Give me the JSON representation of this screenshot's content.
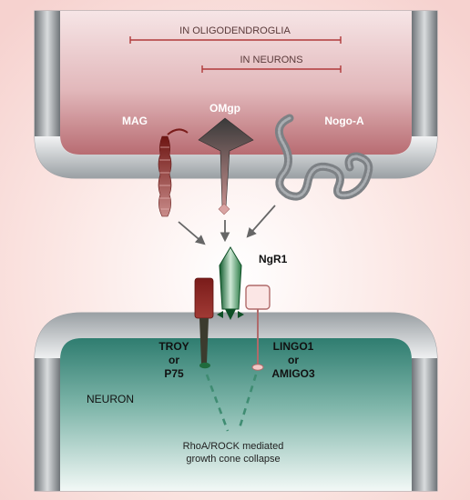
{
  "oligo_cell": {
    "range_label_oligo": "IN OLIGODENDROGLIA",
    "range_label_neurons": "IN NEURONS",
    "ligands": {
      "mag": "MAG",
      "omgp": "OMgp",
      "nogo": "Nogo-A"
    }
  },
  "receptor": {
    "ngr1": "NgR1"
  },
  "coreceptors": {
    "left": [
      "TROY",
      "or",
      "P75"
    ],
    "right": [
      "LINGO1",
      "or",
      "AMIGO3"
    ]
  },
  "neuron_cell": {
    "label": "NEURON",
    "outcome": [
      "RhoA/ROCK mediated",
      "growth cone collapse"
    ]
  },
  "colors": {
    "background_pink": "#f9dcd9",
    "oligo_fill": "#d7a3a6",
    "neuron_fill": "#3e8a7c",
    "membrane_gray": "#8a8f93",
    "dark_red": "#7a1c1a",
    "dark_green": "#1f6b3d",
    "range_line": "#b03a3a"
  }
}
